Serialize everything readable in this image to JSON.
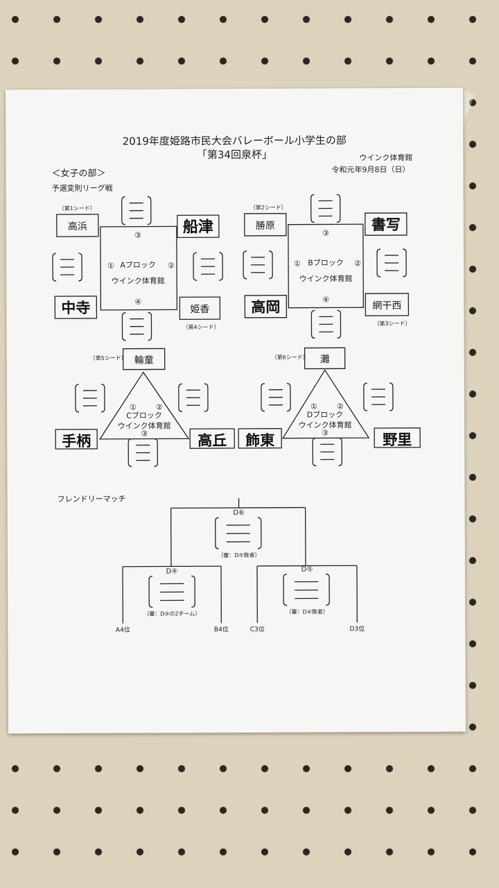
{
  "header": {
    "title": "2019年度姫路市民大会バレーボール小学生の部",
    "subtitle": "「第34回泉杯」",
    "venue": "ウインク体育館",
    "date": "令和元年9月8日（日）",
    "division": "＜女子の部＞",
    "section": "予選変則リーグ戦"
  },
  "block_a": {
    "name": "Aブロック",
    "venue": "ウインク体育館",
    "seed_label": "（第1シード）",
    "seed_label2": "（第4シード）",
    "team_tl": "高浜",
    "team_tr": "船津",
    "team_bl": "中寺",
    "team_br": "姫香",
    "m1": "①",
    "m2": "②",
    "m3": "③",
    "m4": "④"
  },
  "block_b": {
    "name": "Bブロック",
    "venue": "ウインク体育館",
    "seed_label": "（第2シード）",
    "seed_label2": "（第3シード）",
    "team_tl": "勝原",
    "team_tr": "書写",
    "team_bl": "高岡",
    "team_br": "網干西",
    "m1": "①",
    "m2": "②",
    "m3": "③",
    "m4": "④"
  },
  "block_c": {
    "name": "Cブロック",
    "venue": "ウインク体育館",
    "seed_label": "（第5シード）",
    "team_top": "輪童",
    "team_left": "手柄",
    "team_right": "高丘",
    "m1": "①",
    "m2": "②",
    "m3": "③"
  },
  "block_d": {
    "name": "Dブロック",
    "venue": "ウインク体育館",
    "seed_label": "（第6シード）",
    "team_top": "灘",
    "team_left": "飾東",
    "team_right": "野里",
    "m1": "①",
    "m2": "②",
    "m3": "③"
  },
  "friendly": {
    "title": "フレンドリーマッチ",
    "final_label": "D⑥",
    "final_ref": "（審：D⑤敗者）",
    "left_label": "D④",
    "left_ref": "（審：D⑤の2チーム）",
    "right_label": "D⑤",
    "right_ref": "（審：D④敗者）",
    "a4": "A4位",
    "b4": "B4位",
    "c3": "C3位",
    "d3": "D3位"
  },
  "colors": {
    "ink": "#1c1c1c",
    "paper": "#f6f6f4",
    "board": "#ddd3bd"
  }
}
